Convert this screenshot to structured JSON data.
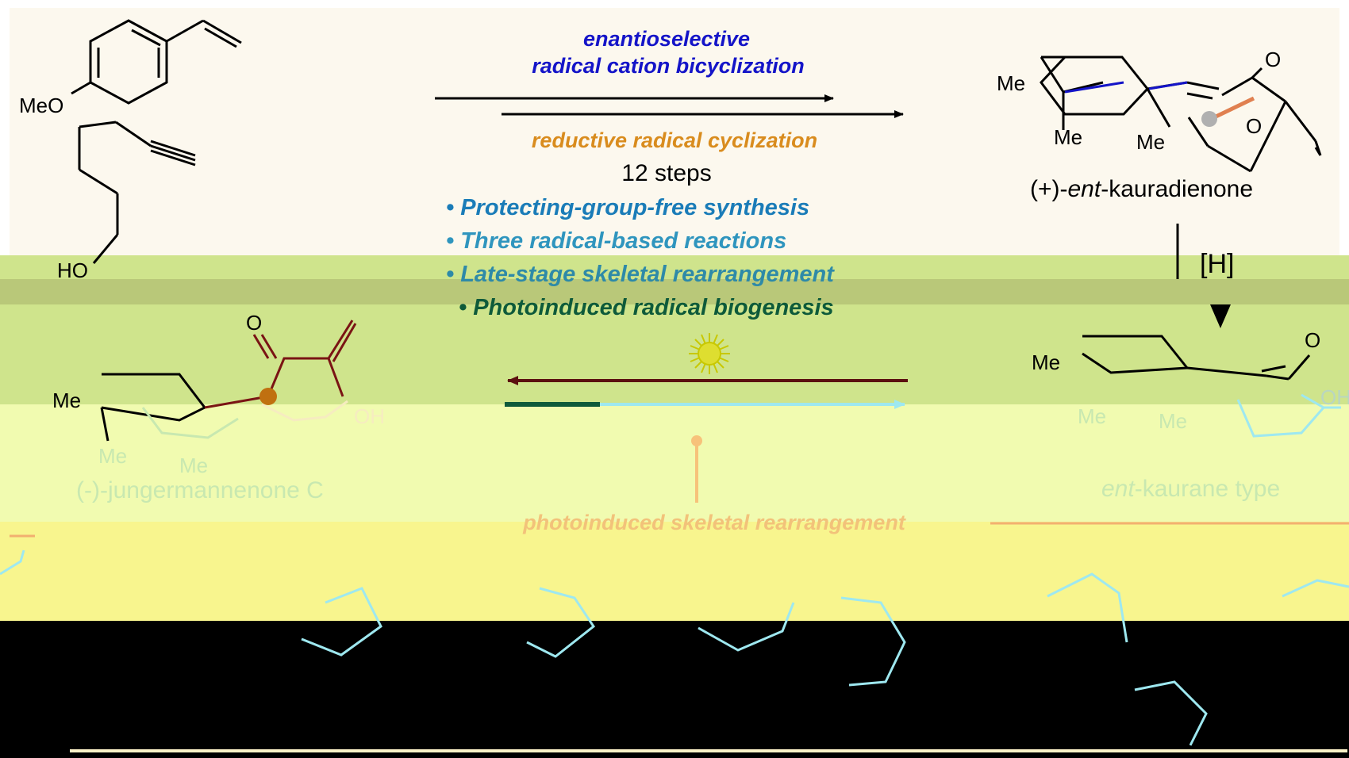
{
  "top_reagents": {
    "anisole_substituent": "MeO",
    "alcohol_group": "HO"
  },
  "forward_arrow": {
    "method_1": [
      "enantioselective",
      "radical cation bicyclization"
    ],
    "method_2": "reductive radical cyclization",
    "step_count": "12 steps"
  },
  "highlights": [
    "• Protecting-group-free synthesis",
    "• Three radical-based reactions",
    "• Late-stage skeletal rearrangement",
    "• Photoinduced radical biogenesis"
  ],
  "product_top": {
    "name_prefix": "(+)-",
    "name_italic": "ent",
    "name_suffix": "-kauradienone",
    "methyls": [
      "Me",
      "Me",
      "Me"
    ],
    "oxygens": [
      "O",
      "O"
    ]
  },
  "reduction": {
    "reagent": "[H]"
  },
  "product_left": {
    "name": "(-)-jungermannenone C",
    "methyls": [
      "Me",
      "Me",
      "Me"
    ],
    "oxygen": "O",
    "hydroxyl": "OH"
  },
  "product_right": {
    "name_italic": "ent",
    "name_suffix": "-kaurane type",
    "methyls": [
      "Me",
      "Me",
      "Me"
    ],
    "oxygens": [
      "O",
      "OH"
    ]
  },
  "process_label": "photoinduced skeletal rearrangement",
  "colors": {
    "blue_text": "#1414c8",
    "orange_text": "#d98c1e",
    "bullet_blue": "#1a7cb8",
    "bullet_green": "#0e5a3a",
    "maroon_arrow": "#5c1010",
    "orange_bond": "#e08050",
    "cyan_ghost": "#9ee8f0"
  }
}
